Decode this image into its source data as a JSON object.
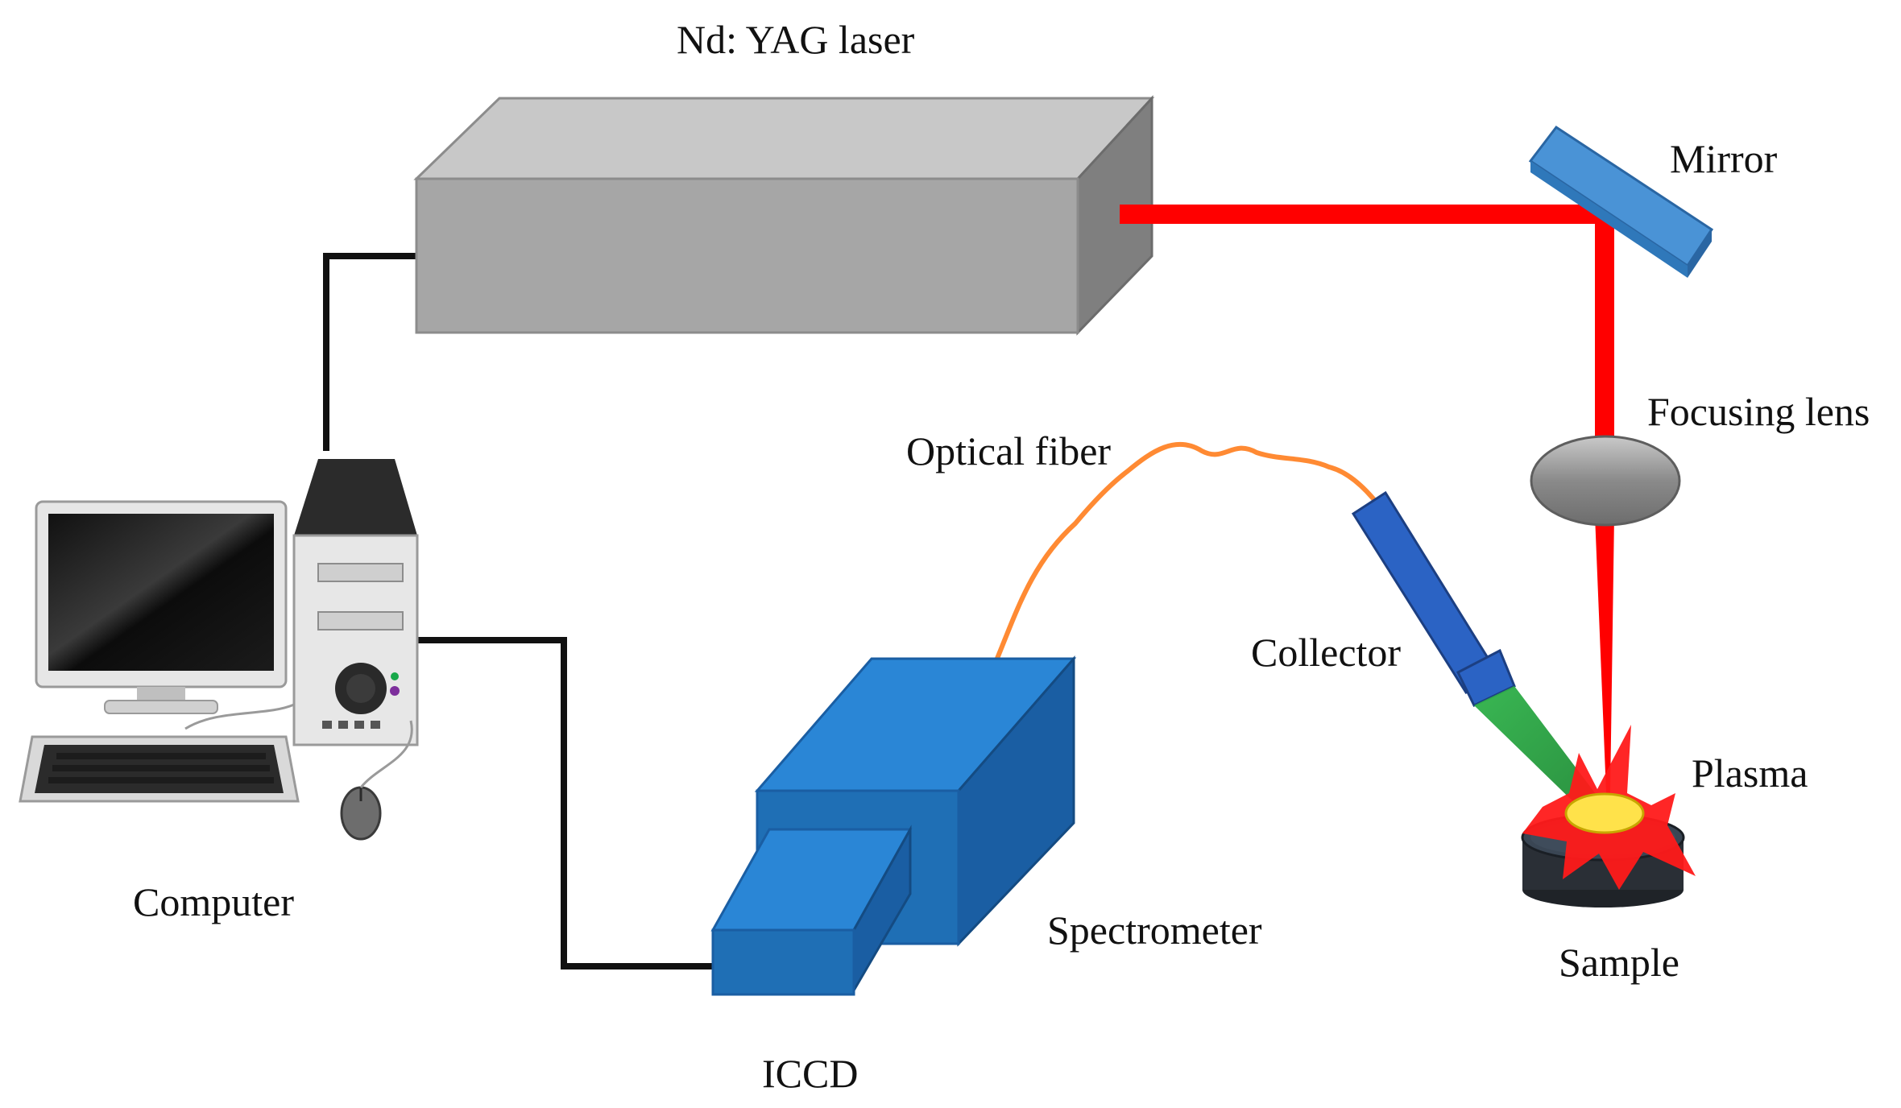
{
  "labels": {
    "laser": "Nd: YAG laser",
    "mirror": "Mirror",
    "focusing_lens": "Focusing lens",
    "optical_fiber": "Optical fiber",
    "collector": "Collector",
    "plasma": "Plasma",
    "sample": "Sample",
    "spectrometer": "Spectrometer",
    "icd": "ICCD",
    "computer": "Computer"
  },
  "colors": {
    "laser_beam": "#ff0000",
    "laser_body": "#a9a9a9",
    "spectrometer": "#1f6fb5",
    "collector": "#2b63c4",
    "fiber": "#ff8a33",
    "mirror": "#3c87c9",
    "lens": "#8a8a8a",
    "plasma_core": "#ffe24a",
    "cable": "#111111"
  }
}
